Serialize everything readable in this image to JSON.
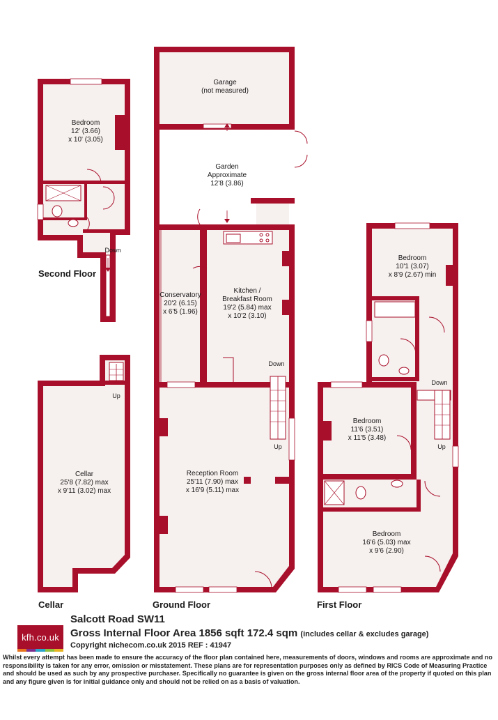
{
  "floors": {
    "second": "Second Floor",
    "cellar": "Cellar",
    "ground": "Ground Floor",
    "first": "First Floor"
  },
  "rooms": {
    "second_bedroom": {
      "name": "Bedroom",
      "dim1": "12' (3.66)",
      "dim2": "x 10' (3.05)"
    },
    "garage": {
      "name": "Garage",
      "dim1": "(not measured)"
    },
    "garden": {
      "name": "Garden",
      "dim1": "Approximate",
      "dim2": "12'8 (3.86)"
    },
    "conservatory": {
      "name": "Conservatory",
      "dim1": "20'2 (6.15)",
      "dim2": "x 6'5 (1.96)"
    },
    "kitchen": {
      "name": "Kitchen /",
      "name2": "Breakfast Room",
      "dim1": "19'2 (5.84) max",
      "dim2": "x 10'2 (3.10)"
    },
    "reception": {
      "name": "Reception Room",
      "dim1": "25'11 (7.90) max",
      "dim2": "x 16'9 (5.11) max"
    },
    "cellar": {
      "name": "Cellar",
      "dim1": "25'8 (7.82) max",
      "dim2": "x 9'11 (3.02) max"
    },
    "first_bedroom1": {
      "name": "Bedroom",
      "dim1": "10'1 (3.07)",
      "dim2": "x 8'9 (2.67) min"
    },
    "first_bedroom2": {
      "name": "Bedroom",
      "dim1": "11'6 (3.51)",
      "dim2": "x 11'5 (3.48)"
    },
    "first_bedroom3": {
      "name": "Bedroom",
      "dim1": "16'6 (5.03) max",
      "dim2": "x 9'6 (2.90)"
    }
  },
  "stairs": {
    "down": "Down",
    "up": "Up"
  },
  "footer": {
    "logo": "kfh.co.uk",
    "logo_colors": [
      "#e8741e",
      "#7c2d8e",
      "#2aa4c8",
      "#8cbf3f",
      "#e6b422"
    ],
    "title": "Salcott Road  SW11",
    "area": "Gross Internal Floor Area 1856 sqft 172.4 sqm",
    "area_note": "(includes cellar & excludes garage)",
    "copyright": "Copyright nichecom.co.uk 2015 REF : 41947",
    "disclaimer": "Whilst every attempt has been made to ensure the accuracy of the floor plan contained here, measurements of doors, windows and rooms are approximate and no responsibility is taken for any error, omission or misstatement.  These plans are for representation purposes only as defined by RICS Code of Measuring Practice and should be used as such by any prospective purchaser.  Specifically no guarantee is given on the gross internal floor area of the property if quoted on this plan and any figure given is for initial guidance only and should not be relied on as a basis of valuation."
  },
  "colors": {
    "wall": "#a80f2a",
    "floor": "#f6f0ee"
  }
}
